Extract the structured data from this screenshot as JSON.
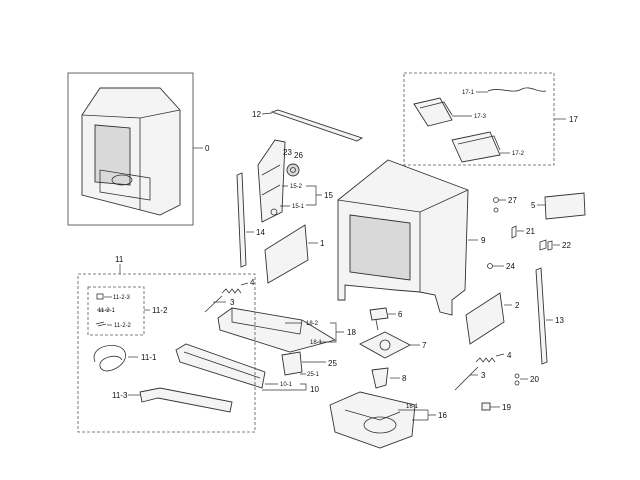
{
  "callouts": {
    "c0": "0",
    "c1": "1",
    "c2": "2",
    "c3a": "3",
    "c3b": "3",
    "c4a": "4",
    "c4b": "4",
    "c5": "5",
    "c6": "6",
    "c7": "7",
    "c8": "8",
    "c9": "9",
    "c10": "10",
    "c10_1": "10-1",
    "c11": "11",
    "c11_1": "11-1",
    "c11_2": "11-2",
    "c11_2_1": "11-2-1",
    "c11_2_2": "11-2-2",
    "c11_2_3": "11-2-3",
    "c11_3": "11-3",
    "c12": "12",
    "c13": "13",
    "c14": "14",
    "c15": "15",
    "c15_1": "15-1",
    "c15_2": "15-2",
    "c16": "16",
    "c16_1": "16-1",
    "c17": "17",
    "c17_1": "17-1",
    "c17_2": "17-2",
    "c17_3": "17-3",
    "c18": "18",
    "c18_1": "18-1",
    "c18_2": "18-2",
    "c19": "19",
    "c20": "20",
    "c21": "21",
    "c22": "22",
    "c23": "23",
    "c24": "24",
    "c25": "25",
    "c25_1": "25-1",
    "c26": "26",
    "c27": "27"
  }
}
